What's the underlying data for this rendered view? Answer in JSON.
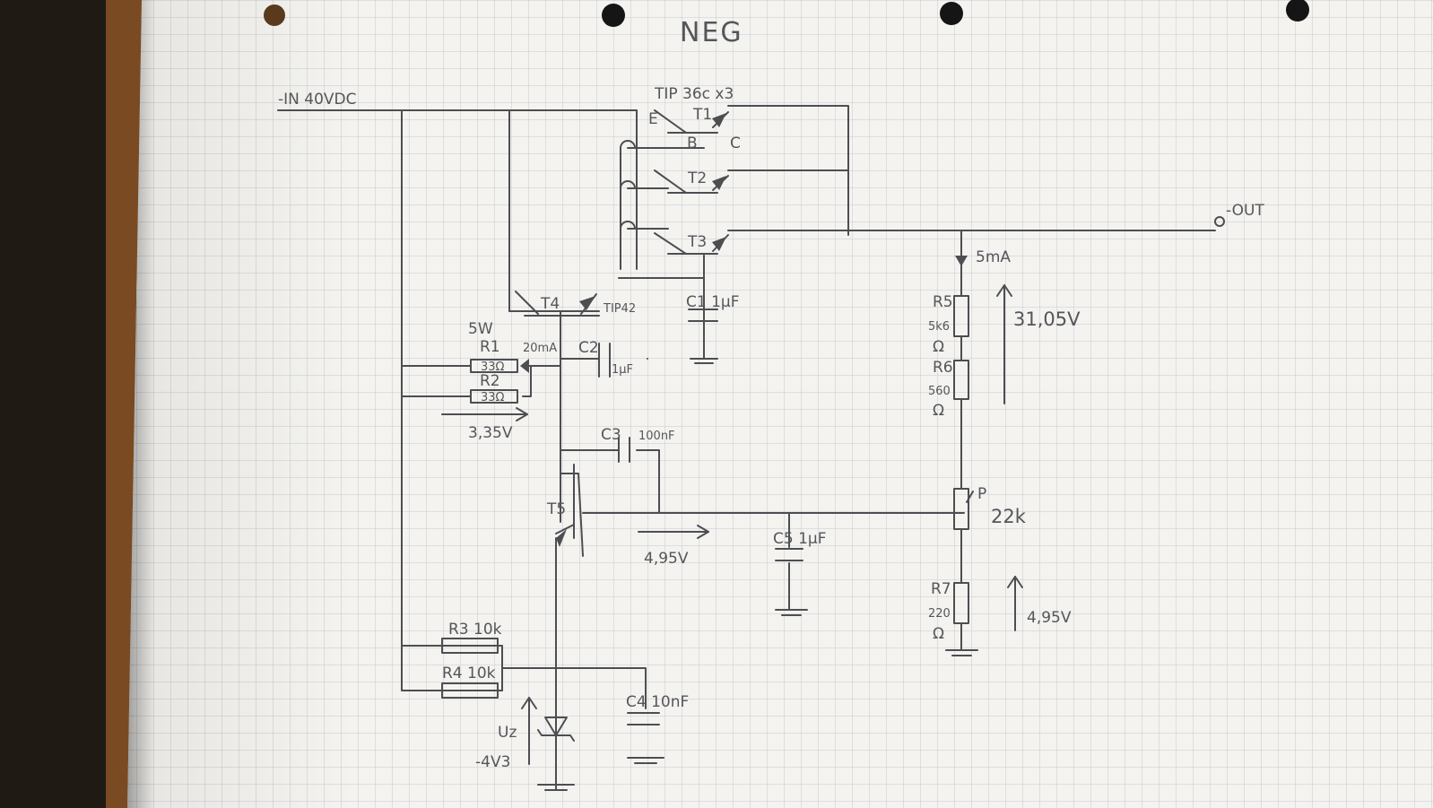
{
  "title": "NEG",
  "input": "-IN 40VDC",
  "output": "-OUT",
  "transistors": {
    "header": "TIP 36c x3",
    "t1": "T1",
    "t2": "T2",
    "t3": "T3",
    "t4": "T4",
    "t4_type": "TIP42",
    "t5": "T5",
    "pin_e": "E",
    "pin_b": "B",
    "pin_c": "C"
  },
  "resistors": {
    "r1": "R1",
    "r1_power": "5W",
    "r1_value": "33Ω",
    "r2": "R2",
    "r2_value": "33Ω",
    "r3": "R3 10k",
    "r4": "R4 10k",
    "r5": "R5",
    "r5_value": "5k6",
    "r5_unit": "Ω",
    "r6": "R6",
    "r6_value": "560",
    "r6_unit": "Ω",
    "r7": "R7",
    "r7_value": "220",
    "r7_unit": "Ω",
    "pot": "P",
    "pot_value": "22k"
  },
  "capacitors": {
    "c1": "C1 1µF",
    "c2": "C2",
    "c2_value": "1µF",
    "c3": "C3",
    "c3_value": "100nF",
    "c4": "C4 10nF",
    "c5": "C5 1µF"
  },
  "zener": {
    "label": "Uz",
    "voltage": "-4V3"
  },
  "annotations": {
    "current_r1": "20mA",
    "current_out": "5mA",
    "v_r1r2": "3,35V",
    "v_r5r6": "31,05V",
    "v_t5": "4,95V",
    "v_r7": "4,95V"
  },
  "colors": {
    "paper": "#f4f3ef",
    "grid": "#c3c8d0",
    "pencil": "#4d4e52",
    "wood": "#7a4a22",
    "shadow": "#2b2016"
  }
}
